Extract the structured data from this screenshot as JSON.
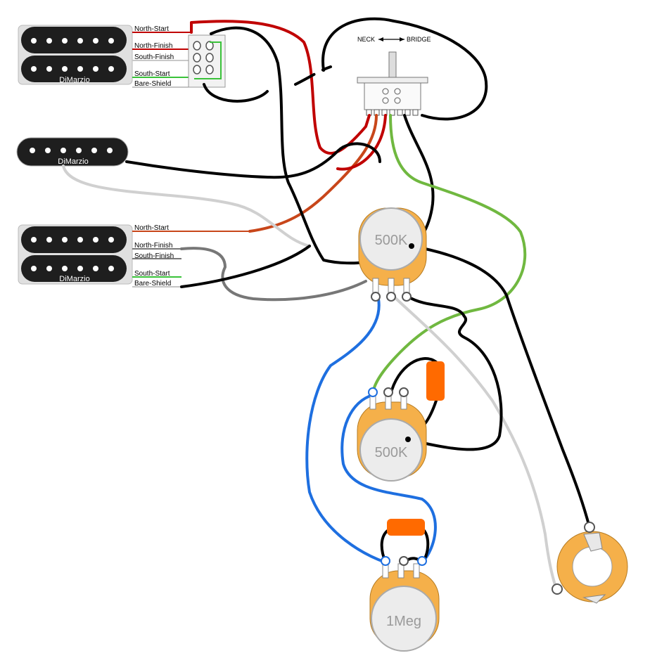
{
  "pickups": {
    "neck_top": {
      "brand": "DiMarzio",
      "leads": [
        "North-Start",
        "North-Finish",
        "South-Finish",
        "South-Start",
        "Bare-Shield"
      ]
    },
    "middle": {
      "brand": "DiMarzio"
    },
    "bridge": {
      "brand": "DiMarzio",
      "leads": [
        "North-Start",
        "North-Finish",
        "South-Finish",
        "South-Start",
        "Bare-Shield"
      ]
    }
  },
  "selector": {
    "left_label": "NECK",
    "right_label": "BRIDGE"
  },
  "pots": {
    "top": "500K",
    "middle": "500K",
    "bottom": "1Meg"
  },
  "colors": {
    "red": "#c00000",
    "orange_brown": "#c8461a",
    "green": "#70b840",
    "blue": "#1e6fe0",
    "gray": "#808080",
    "light_gray": "#d0d0d0",
    "black": "#000000",
    "pot_orange": "#f5b04a",
    "cap_orange": "#ff6a00"
  }
}
